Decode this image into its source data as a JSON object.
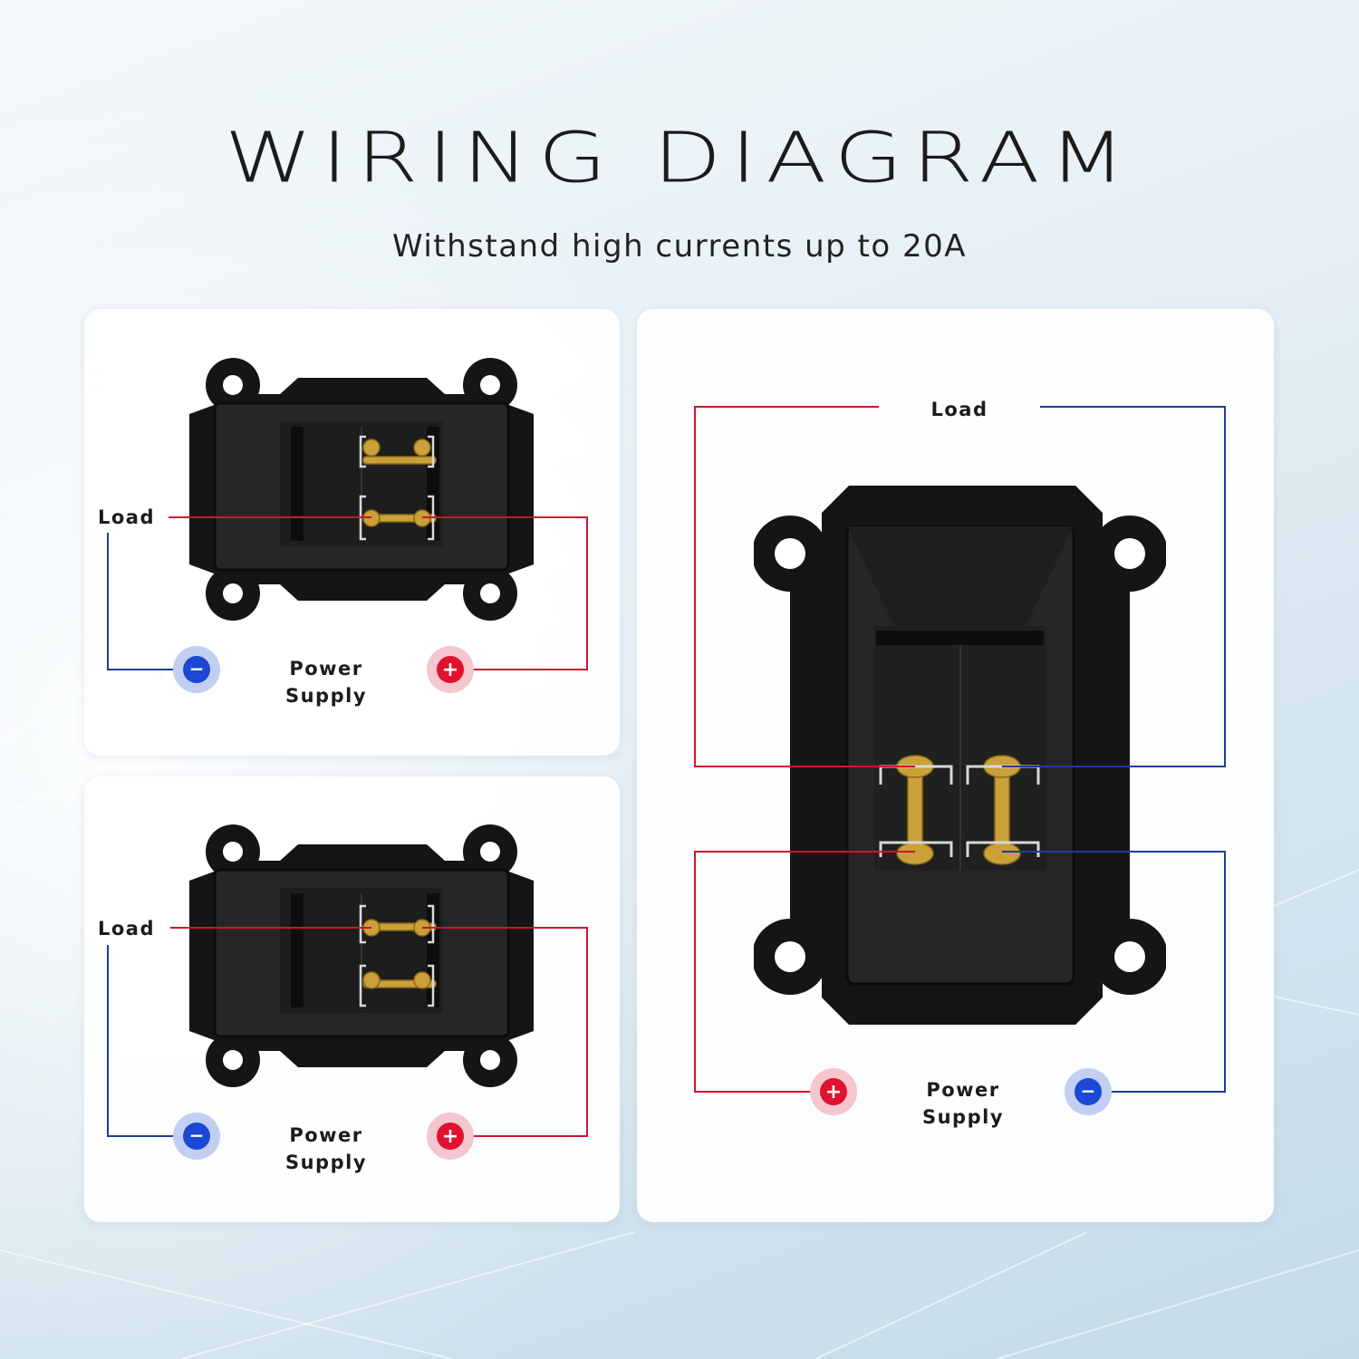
{
  "header": {
    "title": "WIRING DIAGRAM",
    "subtitle": "Withstand high currents up to 20A"
  },
  "diagrams": [
    {
      "load_label": "Load",
      "supply_line1": "Power",
      "supply_line2": "Supply",
      "positive_symbol": "+",
      "negative_symbol": "−"
    },
    {
      "load_label": "Load",
      "supply_line1": "Power",
      "supply_line2": "Supply",
      "positive_symbol": "+",
      "negative_symbol": "−"
    },
    {
      "load_label": "Load",
      "supply_line1": "Power",
      "supply_line2": "Supply",
      "positive_symbol": "+",
      "negative_symbol": "−"
    }
  ],
  "colors": {
    "positive_wire": "#d0142c",
    "negative_wire": "#1a3f9c",
    "positive_terminal": "#e0122f",
    "negative_terminal": "#1c48d6",
    "housing": "#151515",
    "brass": "#c9a03a"
  }
}
